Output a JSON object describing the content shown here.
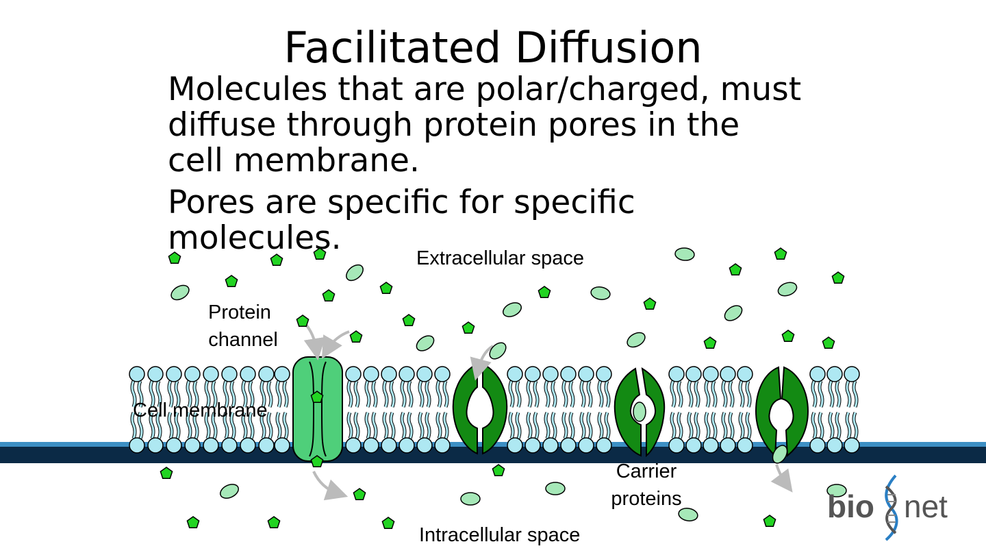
{
  "title": "Facilitated Diffusion",
  "bullets": [
    [
      "Molecules that are polar/charged, must",
      "diffuse through protein pores in the",
      "cell membrane."
    ],
    [
      "Pores are specific for specific",
      "molecules."
    ]
  ],
  "diagram": {
    "extracellular_label": "Extracellular space",
    "intracellular_label": "Intracellular space",
    "protein_channel_label": [
      "Protein",
      "channel"
    ],
    "cell_membrane_label": "Cell membrane",
    "carrier_proteins_label": [
      "Carrier",
      "proteins"
    ]
  },
  "logo": {
    "text_left": "bio",
    "text_right": "net"
  },
  "colors": {
    "head": "#aee8f2",
    "tail": "#aee8f2",
    "channel": "#4fcf7a",
    "carrier": "#138a13",
    "molecule_hex": "#22d422",
    "molecule_oval": "#a6e8b8",
    "band_light": "#3d8fc4",
    "band_dark": "#0b2a46"
  }
}
